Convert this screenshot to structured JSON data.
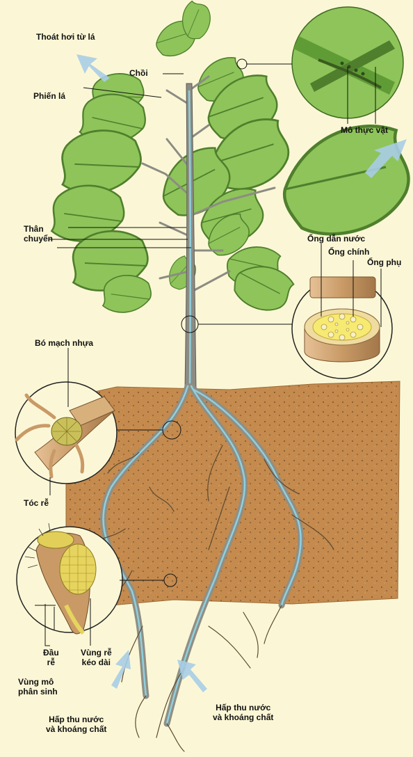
{
  "labels": {
    "transpiration": "Thoát hơi từ lá",
    "bud": "Chồi",
    "leaf_blade": "Phiến lá",
    "plant_tissue": "Mô thực vật",
    "transport_stem": "Thân\nchuyển",
    "xylem": "Ống dẫn nước",
    "main_tube": "Ống chính",
    "sub_tube": "Ống phụ",
    "vascular_bundle": "Bó mạch nhựa",
    "root_hair": "Tóc rễ",
    "root_tip": "Đầu\nrễ",
    "elongation_zone": "Vùng rễ\nkéo dài",
    "meristem_zone": "Vùng mô\nphân sinh",
    "absorb_left": "Hấp thu nước\nvà khoáng chất",
    "absorb_right": "Hấp thu nước\nvà khoáng chất"
  },
  "colors": {
    "background": "#fbf7d6",
    "soil": "#c48a4e",
    "leaf": "#8ec45a",
    "leaf_dark": "#4f7f2c",
    "stem": "#8c8c84",
    "vessel": "#8fd0de",
    "arrow": "#a9cde6"
  },
  "icons": [
    "leaf-icon",
    "root-icon",
    "arrow-icon"
  ]
}
